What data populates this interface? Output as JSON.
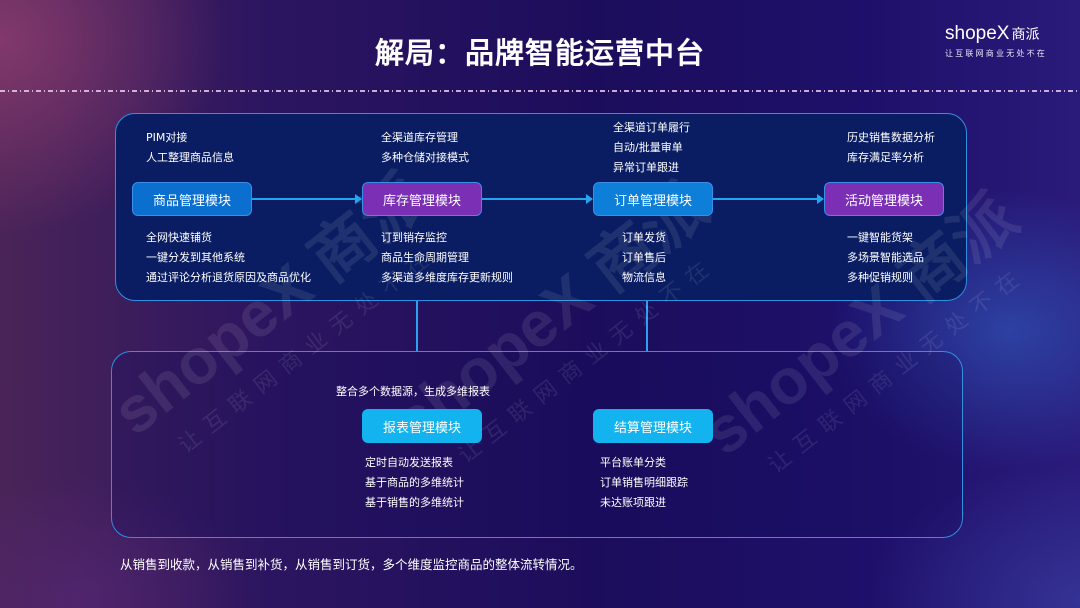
{
  "title": "解局：品牌智能运营中台",
  "logo": {
    "brand": "shopeX",
    "brand_cn": "商派",
    "slogan": "让互联网商业无处不在"
  },
  "watermark": {
    "text": "shopeX 商派",
    "slogan": "让互联网商业无处不在"
  },
  "colors": {
    "module_blue": "#0b6fd0",
    "module_purple": "#7a2fb5",
    "module_cyan": "#12b3ee",
    "border": "#2f8fe0",
    "arrow": "#24a6ee"
  },
  "top_flow": {
    "modules": [
      {
        "label": "商品管理模块",
        "above": [
          "PIM对接",
          "人工整理商品信息"
        ],
        "below": [
          "全网快速铺货",
          "一键分发到其他系统",
          "通过评论分析退货原因及商品优化"
        ]
      },
      {
        "label": "库存管理模块",
        "above": [
          "全渠道库存管理",
          "多种仓储对接模式"
        ],
        "below": [
          "订到销存监控",
          "商品生命周期管理",
          "多渠道多维度库存更新规则"
        ]
      },
      {
        "label": "订单管理模块",
        "above": [
          "全渠道订单履行",
          "自动/批量审单",
          "异常订单跟进"
        ],
        "below": [
          "订单发货",
          "订单售后",
          "物流信息"
        ]
      },
      {
        "label": "活动管理模块",
        "above": [
          "历史销售数据分析",
          "库存满足率分析"
        ],
        "below": [
          "一键智能货架",
          "多场景智能选品",
          "多种促销规则"
        ]
      }
    ]
  },
  "bottom_flow": {
    "note": "整合多个数据源，生成多维报表",
    "modules": [
      {
        "label": "报表管理模块",
        "below": [
          "定时自动发送报表",
          "基于商品的多维统计",
          "基于销售的多维统计"
        ]
      },
      {
        "label": "结算管理模块",
        "below": [
          "平台账单分类",
          "订单销售明细跟踪",
          "未达账项跟进"
        ]
      }
    ]
  },
  "footer": "从销售到收款，从销售到补货，从销售到订货，多个维度监控商品的整体流转情况。"
}
